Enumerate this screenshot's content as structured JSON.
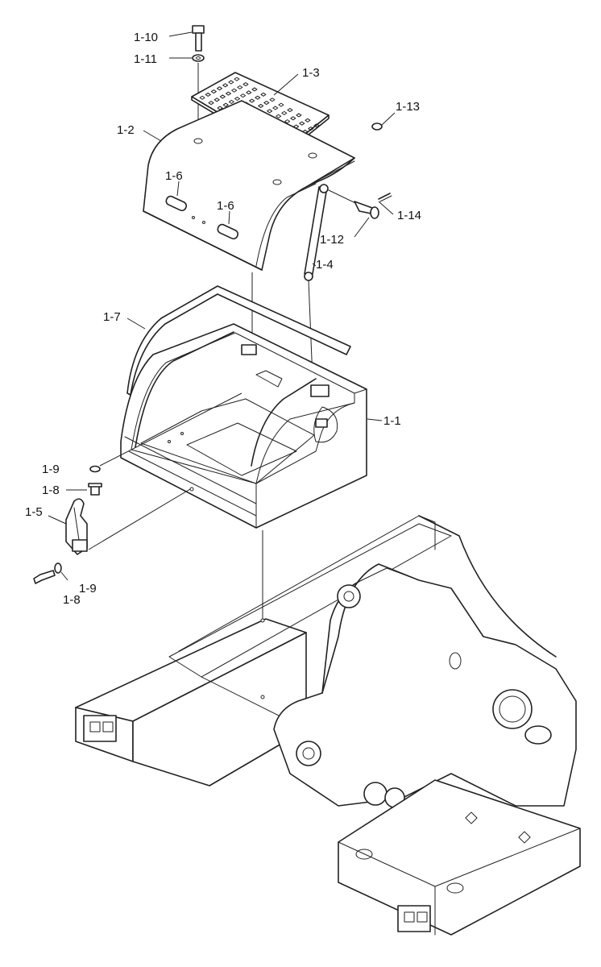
{
  "labels": {
    "p1_10": "1-10",
    "p1_11": "1-11",
    "p1_3": "1-3",
    "p1_13": "1-13",
    "p1_2": "1-2",
    "p1_6a": "1-6",
    "p1_6b": "1-6",
    "p1_14": "1-14",
    "p1_12": "1-12",
    "p1_4": "1-4",
    "p1_7": "1-7",
    "p1_1": "1-1",
    "p1_9a": "1-9",
    "p1_8a": "1-8",
    "p1_5": "1-5",
    "p1_9b": "1-9",
    "p1_8b": "1-8"
  },
  "colors": {
    "line": "#222222",
    "background": "#ffffff"
  }
}
